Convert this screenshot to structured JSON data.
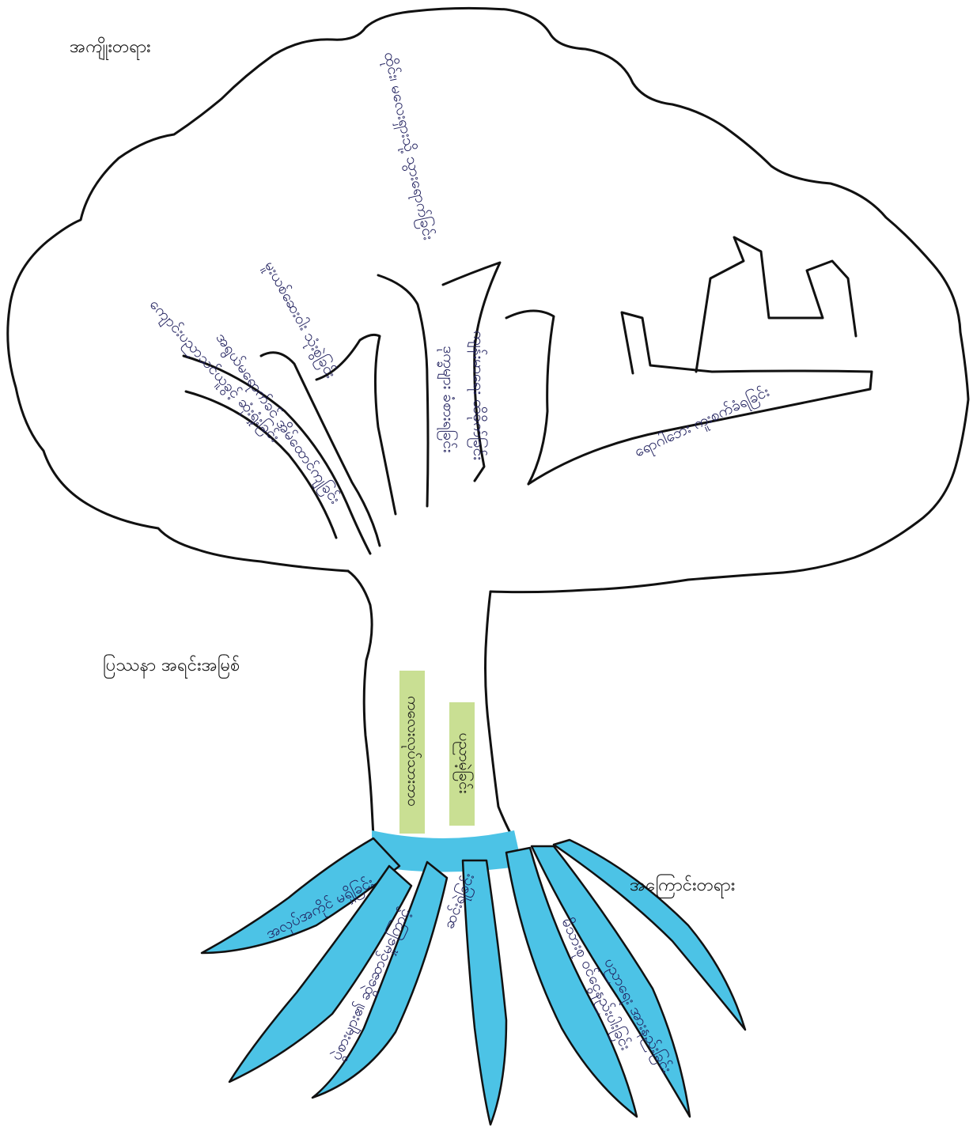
{
  "labels": {
    "effects": "အကျိုးတရား",
    "root_problem": "ပြဿနာ အရင်းအမြစ်",
    "causes": "အကြောင်းတရား"
  },
  "effects": [
    "ကျောင်းပညာသင်ယူခွင့် ဆုံးရှုံးခြင်း",
    "မူးယစ်ဆေးဝါး သုံးစွဲခြင်း",
    "အရွယ်မရောက်ခင် အိမ်ထောင်ကျခြင်း",
    "ထိုင်း၊ မလေးရှားသို့ သွားရောက်ခြင်း",
    "ဒုက္ခများ ခံစားရခြင်း",
    "ကျန်းမာရေး ထိခိုက်ခြင်း",
    "ရောဂါဘေး ကူးစက်ခံရခြင်း"
  ],
  "root_problem": [
    "ကလေးလုပ်သားဘဝ",
    "ပညာမဲ့ခြင်း"
  ],
  "causes": [
    "အလုပ်အကိုင် မရှိခြင်း",
    "ပွဲစားများ၏ ဆွဲဆောင်မှုကြောင့်",
    "ဆင်းရဲခြင်း",
    "မိသားစု ဝင်ငွေနည်းပါးခြင်း",
    "ပညာရေး အားနည်းခြင်း"
  ],
  "colors": {
    "roots": "#4cc3e6",
    "trunk_highlight": "#c9df93",
    "outline": "#111111",
    "handwriting": "#20205e"
  }
}
